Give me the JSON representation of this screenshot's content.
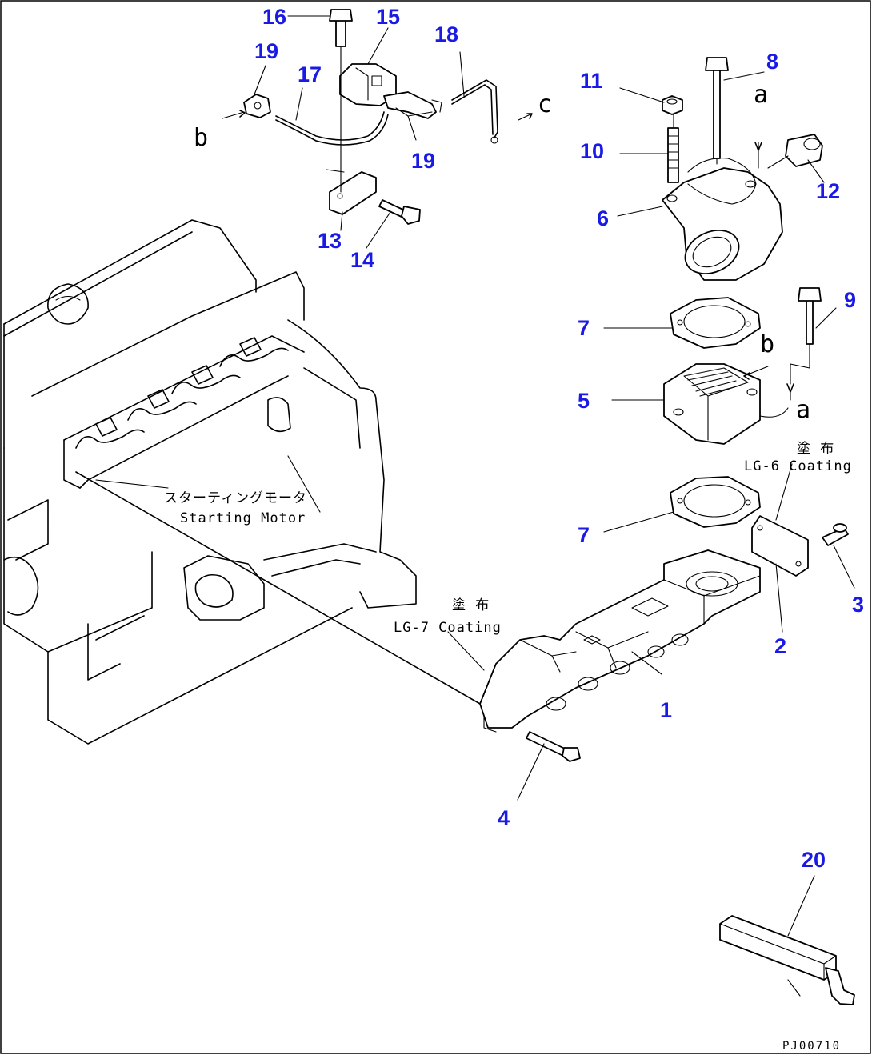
{
  "callouts": {
    "n1": "1",
    "n2": "2",
    "n3": "3",
    "n4": "4",
    "n5": "5",
    "n6": "6",
    "n7a": "7",
    "n7b": "7",
    "n8": "8",
    "n9": "9",
    "n10": "10",
    "n11": "11",
    "n12": "12",
    "n13": "13",
    "n14": "14",
    "n15": "15",
    "n16": "16",
    "n17": "17",
    "n18": "18",
    "n19a": "19",
    "n19b": "19",
    "n20": "20"
  },
  "connectors": {
    "a_top": "a",
    "a_bottom": "a",
    "b_left": "b",
    "b_right": "b",
    "c": "c"
  },
  "notes": {
    "starting_motor_jp": "スターティングモータ",
    "starting_motor_en": "Starting Motor",
    "lg6_jp": "塗 布",
    "lg6_en": "LG-6 Coating",
    "lg7_jp": "塗 布",
    "lg7_en": "LG-7 Coating"
  },
  "drawing_code": "PJ00710",
  "colors": {
    "callout": "#1a1ae6",
    "line": "#000000",
    "background": "#ffffff"
  }
}
